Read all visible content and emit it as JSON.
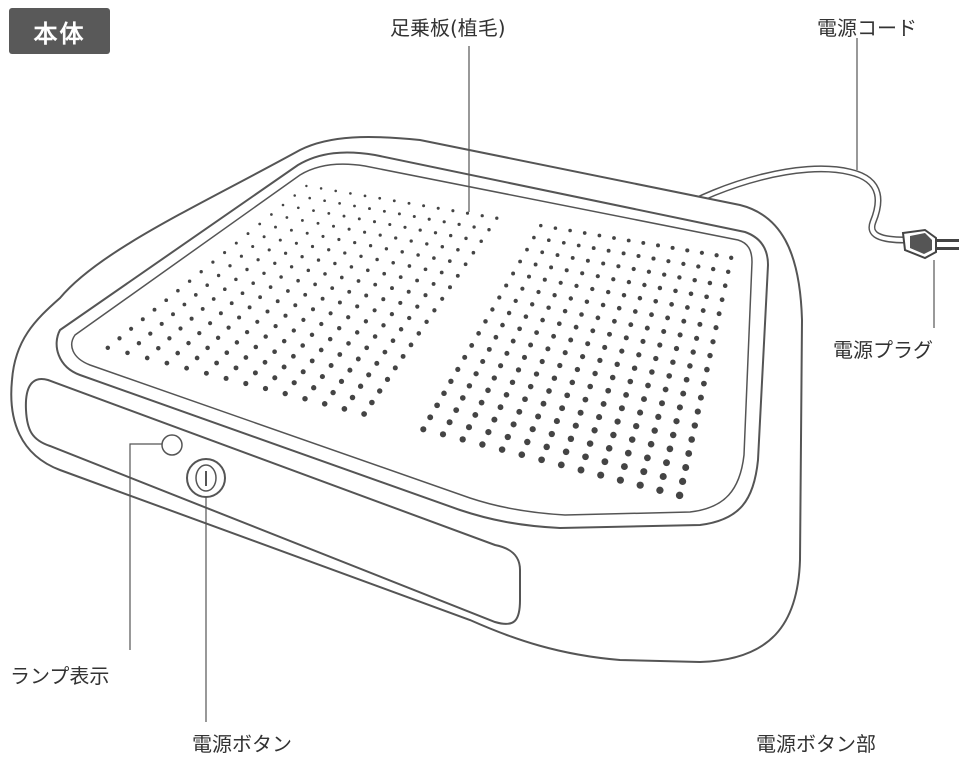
{
  "title_badge": "本体",
  "labels": {
    "footplate": "足乗板(植毛)",
    "power_cord": "電源コード",
    "power_plug": "電源プラグ",
    "lamp": "ランプ表示",
    "power_button": "電源ボタン",
    "power_button_section": "電源ボタン部"
  },
  "colors": {
    "line": "#555555",
    "dot": "#444444",
    "badge_bg": "#595959"
  }
}
